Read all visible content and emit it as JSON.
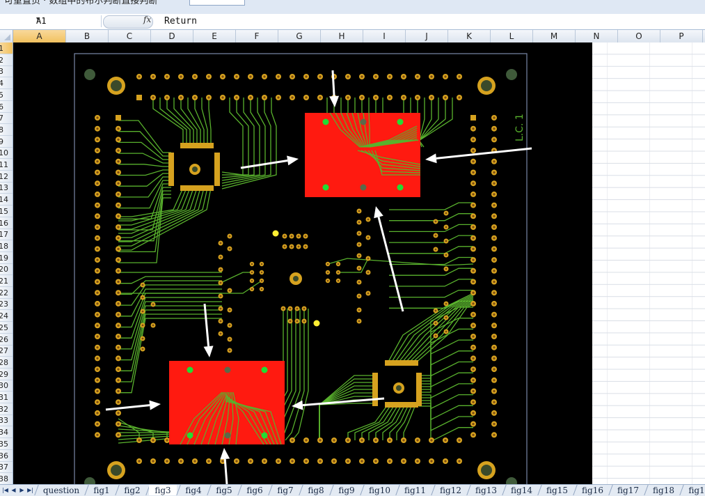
{
  "top_toolbar": {
    "partial_text": "可重置页 · 数组中的布尔判断直接判断"
  },
  "name_box": {
    "value": "A1"
  },
  "formula_bar": {
    "fx_label": "fx",
    "content": "Return"
  },
  "columns": [
    "A",
    "B",
    "C",
    "D",
    "E",
    "F",
    "G",
    "H",
    "I",
    "J",
    "K",
    "L",
    "M",
    "N",
    "O",
    "P"
  ],
  "rows": [
    "1",
    "2",
    "3",
    "4",
    "5",
    "6",
    "7",
    "8",
    "9",
    "10",
    "11",
    "12",
    "13",
    "14",
    "15",
    "16",
    "17",
    "18",
    "19",
    "20",
    "21",
    "22",
    "23",
    "24",
    "25",
    "26",
    "27",
    "28",
    "29",
    "30",
    "31",
    "32",
    "33",
    "34",
    "35",
    "36",
    "37",
    "38"
  ],
  "pcb_image": {
    "silkscreen_text": "L.C. 1",
    "colors": {
      "board": "#000000",
      "traces": "#59b22d",
      "pads": "#d6a21f",
      "highlight": "#ff1a10",
      "arrows": "#ffffff",
      "green_dots": "#22dd33",
      "yellow_dots": "#ffee33"
    }
  },
  "sheet_tabs": [
    "question",
    "fig1",
    "fig2",
    "fig3",
    "fig4",
    "fig5",
    "fig6",
    "fig7",
    "fig8",
    "fig9",
    "fig10",
    "fig11",
    "fig12",
    "fig13",
    "fig14",
    "fig15",
    "fig16",
    "fig17",
    "fig18",
    "fig1"
  ],
  "active_tab": "fig3",
  "nav_icons": [
    "first-sheet-icon",
    "prev-sheet-icon",
    "next-sheet-icon",
    "last-sheet-icon"
  ]
}
